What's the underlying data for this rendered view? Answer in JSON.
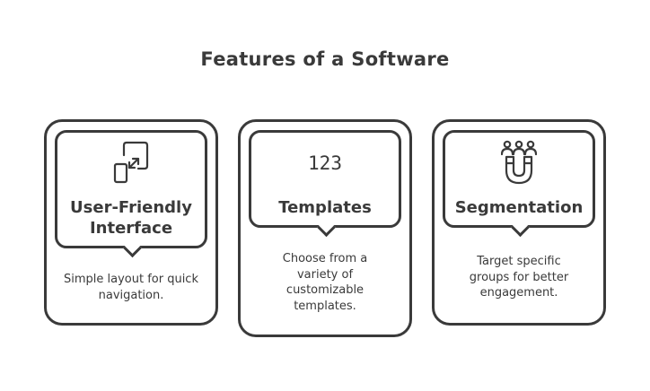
{
  "title": "Features of a Software",
  "cards": [
    {
      "icon": "tablet-resize-icon",
      "heading": "User-Friendly Interface",
      "description": "Simple layout for quick navigation."
    },
    {
      "icon": "numbers-icon",
      "icon_text": "123",
      "heading": "Templates",
      "description": "Choose from a variety of customizable templates."
    },
    {
      "icon": "users-magnet-icon",
      "heading": "Segmentation",
      "description": "Target specific groups for better engagement."
    }
  ],
  "colors": {
    "stroke": "#3a3a3a",
    "background": "#ffffff"
  }
}
